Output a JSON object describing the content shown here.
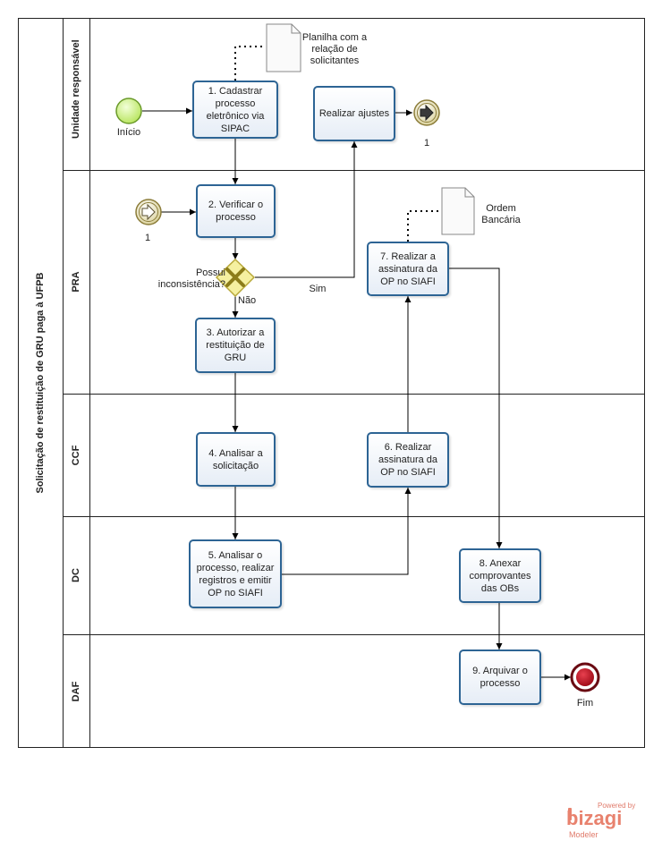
{
  "pool": {
    "title": "Solicitação de restituição de GRU paga à UFPB"
  },
  "lanes": [
    {
      "id": "unidade",
      "title": "Unidade responsável"
    },
    {
      "id": "pra",
      "title": "PRA"
    },
    {
      "id": "ccf",
      "title": "CCF"
    },
    {
      "id": "dc",
      "title": "DC"
    },
    {
      "id": "daf",
      "title": "DAF"
    }
  ],
  "tasks": {
    "t1": "1.  Cadastrar\nprocesso\neletrônico via\nSIPAC",
    "ajustes": "Realizar ajustes",
    "t2": "2. Verificar o\nprocesso",
    "t3": "3. Autorizar a\nrestituição de\nGRU",
    "t4": "4. Analisar a\nsolicitação",
    "t5": "5. Analisar o\nprocesso, realizar\nregistros e emitir\nOP no SIAFI",
    "t6": "6. Realizar\nassinatura da\nOP no SIAFI",
    "t7": "7. Realizar a\nassinatura da\nOP no SIAFI",
    "t8": "8. Anexar\ncomprovantes\ndas OBs",
    "t9": "9. Arquivar o\nprocesso"
  },
  "events": {
    "start_label": "Início",
    "end_label": "Fim",
    "link_throw_label": "1",
    "link_catch_label": "1"
  },
  "gateway": {
    "question": "Possui\ninconsistência?",
    "yes": "Sim",
    "no": "Não"
  },
  "artifacts": {
    "doc1": "Planilha com a\nrelação de\nsolicitantes",
    "doc2": "Ordem\nBancária"
  },
  "branding": {
    "powered_by": "Powered by",
    "name": "bizagi",
    "product": "Modeler"
  },
  "colors": {
    "task_border": "#2d6494",
    "start_fill": "#c8f07a",
    "end_fill": "#b40f20",
    "gateway_fill": "#f5f0a0",
    "link_fill": "#e6e0b8",
    "brand": "#e07a6a"
  }
}
